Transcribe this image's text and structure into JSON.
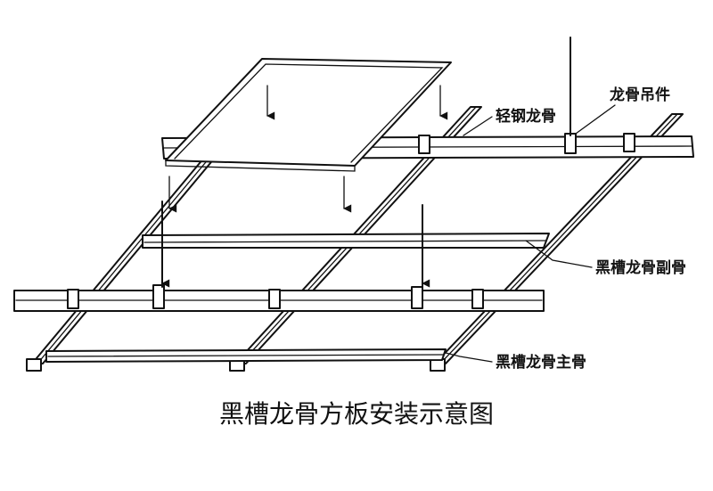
{
  "labels": {
    "light_steel_keel": "轻钢龙骨",
    "keel_hanger": "龙骨吊件",
    "black_groove_secondary": "黑槽龙骨副骨",
    "black_groove_main": "黑槽龙骨主骨"
  },
  "caption": "黑槽龙骨方板安装示意图",
  "colors": {
    "line": "#111111",
    "background": "#ffffff"
  }
}
